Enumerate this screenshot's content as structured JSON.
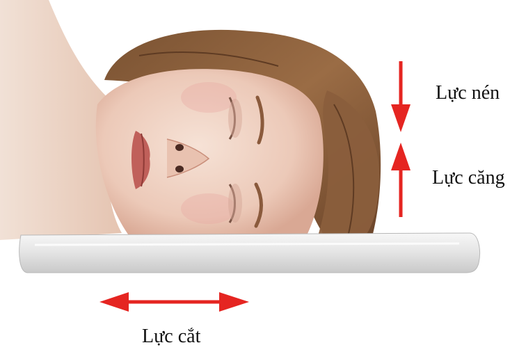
{
  "labels": {
    "compression": "Lực nén",
    "tension": "Lực căng",
    "shear": "Lực cắt"
  },
  "colors": {
    "arrow": "#e52521",
    "skin": "#eed3c4",
    "hair": "#8a5e3c",
    "surface": "#eaeaea"
  },
  "icons": {
    "compression_arrow": "arrow-down",
    "tension_arrow": "arrow-up",
    "shear_arrow": "double-arrow-horizontal"
  }
}
